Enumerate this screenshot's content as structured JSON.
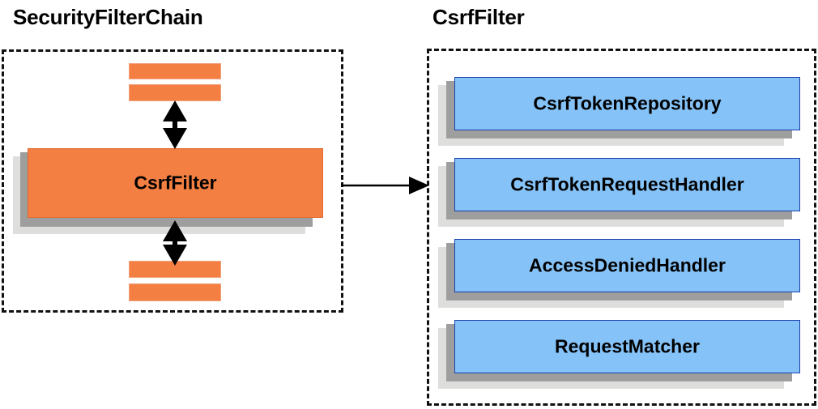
{
  "diagram": {
    "type": "component-diagram",
    "colors": {
      "orange_fill": "#f47f42",
      "orange_border": "#e06a30",
      "blue_fill": "#85c2f7",
      "blue_border": "#1a3faa",
      "shadow_mid": "#9e9e9e",
      "shadow_back": "#dededd",
      "dashed_border": "#111111",
      "arrow": "#000000",
      "background": "#ffffff"
    }
  },
  "panels": {
    "left": {
      "title": "SecurityFilterChain",
      "filters_above": [
        "",
        ""
      ],
      "highlighted_filter": "CsrfFilter",
      "filters_below": [
        "",
        ""
      ]
    },
    "right": {
      "title": "CsrfFilter",
      "collaborators": [
        {
          "label": "CsrfTokenRepository"
        },
        {
          "label": "CsrfTokenRequestHandler"
        },
        {
          "label": "AccessDeniedHandler"
        },
        {
          "label": "RequestMatcher"
        }
      ]
    }
  },
  "connectors": {
    "chain_up": "double-headed-vertical-arrow",
    "chain_down": "double-headed-vertical-arrow",
    "expansion": "right-arrow"
  }
}
